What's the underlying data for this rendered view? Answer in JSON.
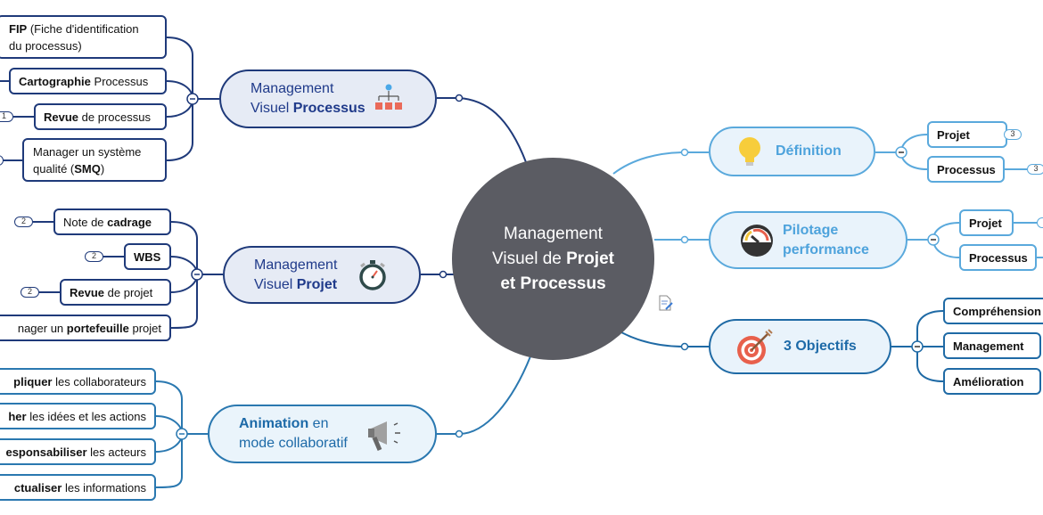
{
  "center": {
    "line1": "Management",
    "line2a": "Visuel de ",
    "line2b": "Projet",
    "line3": "et Processus"
  },
  "branches": {
    "processus": {
      "line1": "Management",
      "line2a": "Visuel ",
      "line2b": "Processus",
      "icon": "org-chart-icon",
      "leaves": [
        {
          "bold": "FIP",
          "rest": " (Fiche d'identification",
          "line2": "du processus)"
        },
        {
          "bold": "Cartographie",
          "rest": " Processus"
        },
        {
          "bold": "Revue",
          "rest": " de processus",
          "badge": "1"
        },
        {
          "pre": "Manager un système",
          "line2a": "qualité (",
          "bold": "SMQ",
          "line2b": ")"
        }
      ]
    },
    "projet": {
      "line1": "Management",
      "line2a": "Visuel ",
      "line2b": "Projet",
      "icon": "stopwatch-icon",
      "leaves": [
        {
          "pre": "Note de ",
          "bold": "cadrage",
          "badge": "2"
        },
        {
          "bold": "WBS",
          "badge": "2"
        },
        {
          "bold": "Revue",
          "rest": " de projet",
          "badge": "2"
        },
        {
          "pre": "nager un ",
          "bold": "portefeuille",
          "rest": " projet"
        }
      ]
    },
    "animation": {
      "line1a": "Animation",
      "line1b": " en",
      "line2": "mode collaboratif",
      "icon": "megaphone-icon",
      "leaves": [
        {
          "bold": "pliquer",
          "rest": " les collaborateurs"
        },
        {
          "bold": "her",
          "rest": " les idées et les actions"
        },
        {
          "bold": "esponsabiliser",
          "rest": " les acteurs"
        },
        {
          "bold": "ctualiser",
          "rest": " les informations"
        }
      ]
    },
    "definition": {
      "label": "Définition",
      "icon": "lightbulb-icon",
      "leaves": [
        {
          "label": "Projet",
          "badge": "3"
        },
        {
          "label": "Processus",
          "badge": "3"
        }
      ]
    },
    "pilotage": {
      "line1": "Pilotage",
      "line2": "performance",
      "icon": "gauge-icon",
      "leaves": [
        {
          "label": "Projet"
        },
        {
          "label": "Processus"
        }
      ]
    },
    "objectifs": {
      "label": "3 Objectifs",
      "icon": "target-icon",
      "leaves": [
        {
          "label": "Compréhension"
        },
        {
          "label": "Management"
        },
        {
          "label": "Amélioration"
        }
      ]
    }
  },
  "colors": {
    "dark_blue": "#1f3a7a",
    "mid_blue": "#2a78b0",
    "light_blue": "#5aa9dc",
    "center": "#5b5c63",
    "accent_red": "#e8604c"
  }
}
